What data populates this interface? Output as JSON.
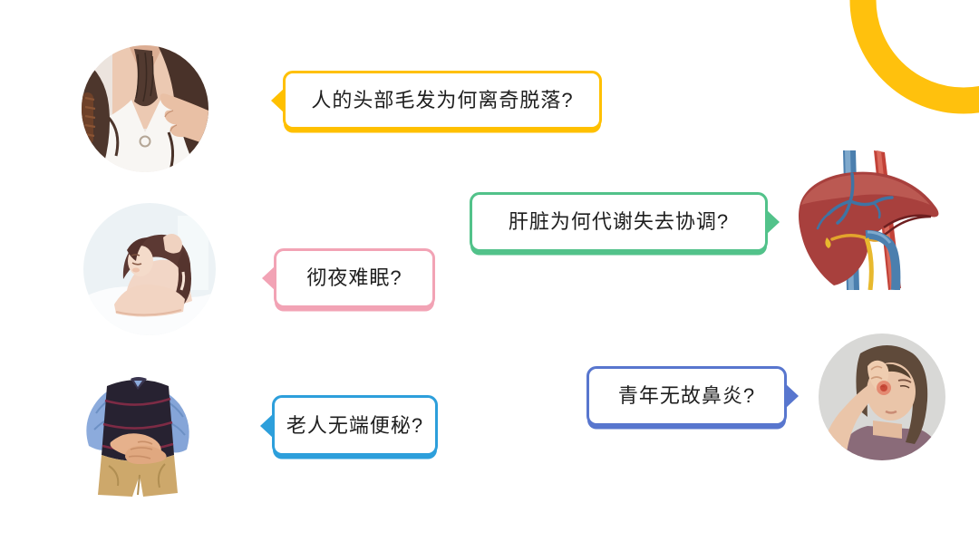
{
  "slide": {
    "type": "presentation-slide",
    "background": "#ffffff",
    "text_color": "#1e1e1e",
    "decor": {
      "corner_ring": {
        "name": "yellow-ring",
        "color": "#FFC10D"
      }
    },
    "bubbles": {
      "hair_loss": {
        "label": "人的头部毛发为何离奇脱落?",
        "color": "#FFC000",
        "tail": "left"
      },
      "liver": {
        "label": "肝脏为何代谢失去协调?",
        "color": "#52C28A",
        "tail": "right"
      },
      "insomnia": {
        "label": "彻夜难眠?",
        "color": "#F2A3B5",
        "tail": "left"
      },
      "constipation": {
        "label": "老人无端便秘?",
        "color": "#2D9FDB",
        "tail": "left"
      },
      "rhinitis": {
        "label": "青年无故鼻炎?",
        "color": "#5876CE",
        "tail": "right"
      }
    },
    "images": {
      "hair_loss": {
        "alt": "woman holding strands of fallen hair beside a hairbrush",
        "shape": "circle"
      },
      "insomnia": {
        "alt": "tired woman resting on her arms in bed unable to sleep",
        "shape": "circle"
      },
      "constipation": {
        "alt": "elderly man in sweater vest clutching his stomach",
        "shape": "cutout"
      },
      "liver": {
        "alt": "anatomical liver illustration with blood vessels",
        "shape": "cutout"
      },
      "rhinitis": {
        "alt": "woman pinching her irritated red nose",
        "shape": "circle"
      }
    }
  }
}
